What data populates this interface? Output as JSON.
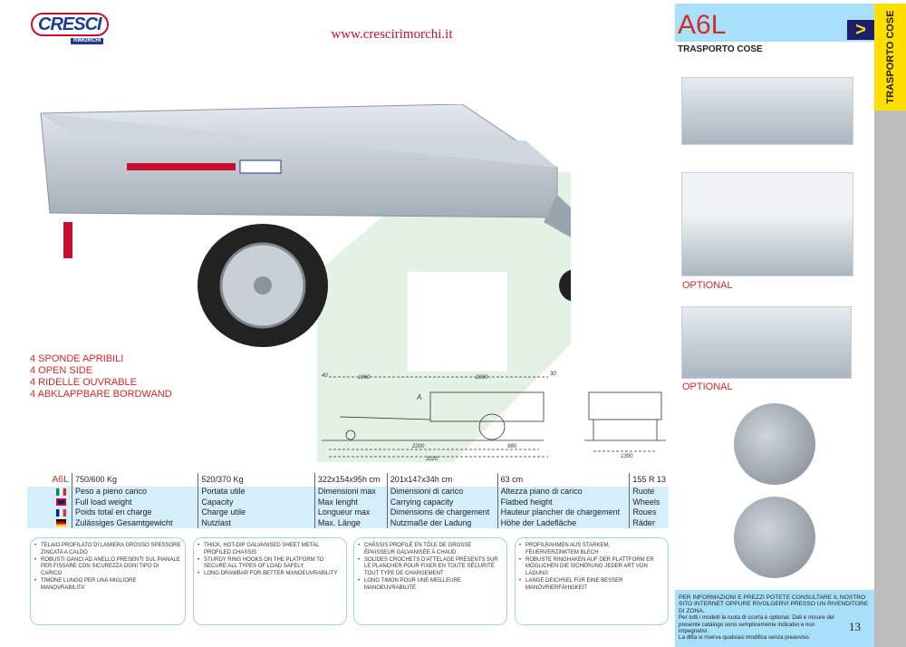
{
  "brand": {
    "logo_text": "CRESCI",
    "logo_sub": "RIMORCHI",
    "url": "www.crescirimorchi.it"
  },
  "features": [
    "4 SPONDE APRIBILI",
    "4 OPEN SIDE",
    "4 RIDELLE OUVRABLE",
    "4 ABKLAPPBARE BORDWAND"
  ],
  "drawing": {
    "dims": [
      "40",
      "1060",
      "2090",
      "30",
      "A",
      "2200",
      "980",
      "3220",
      "1300"
    ]
  },
  "specs": {
    "model": "A6L",
    "values": [
      "750/600 Kg",
      "520/370 Kg",
      "322x154x95h cm",
      "201x147x34h cm",
      "63 cm",
      "155 R 13"
    ],
    "rows": [
      {
        "lang": "it",
        "labels": [
          "Peso a pieno carico",
          "Portata utile",
          "Dimensioni max",
          "Dimensioni di carico",
          "Altezza piano di carico",
          "Ruote"
        ]
      },
      {
        "lang": "en",
        "labels": [
          "Full load weight",
          "Capacity",
          "Max lenght",
          "Carrying capacity",
          "Flatbed height",
          "Wheels"
        ]
      },
      {
        "lang": "fr",
        "labels": [
          "Poids total en charge",
          "Charge utile",
          "Longueur max",
          "Dimensions de chargement",
          "Hauteur plancher de chargement",
          "Roues"
        ]
      },
      {
        "lang": "de",
        "labels": [
          "Zulässiges Gesamtgewicht",
          "Nutzlast",
          "Max. Länge",
          "Nutzmaße der Ladung",
          "Höhe der Ladefläche",
          "Räder"
        ]
      }
    ]
  },
  "boxes": [
    [
      "TELAIO PROFILATO DI LAMIERA  GROSSO SPESSORE ZINCATA  A CALDO",
      "ROBUSTI GANCI AD ANELLO PRESENTI SUL PIANALE PER FISSARE CON SICUREZZA OGNI TIPO DI CARICO",
      "TIMONE LUNGO PER UNA MIGLIORE MANOVRABILITA'"
    ],
    [
      "THICK, HOT-DIP GALVANISED SHEET METAL PROFILED CHASSIS",
      "STURDY RING HOOKS ON THE PLATFORM TO SECURE ALL TYPES OF LOAD SAFELY",
      "LONG DRAWBAR FOR BETTER MANOEUVRABILITY"
    ],
    [
      "CHÂSSIS PROFILÉ EN TÔLE DE GROSSE ÉPAISSEUR GALVANISÉE À CHAUD",
      "SOLIDES CROCHETS D'ATTELAGE PRÉSENTS SUR LE PLANCHER POUR FIXER EN TOUTE SÉCURITÉ TOUT TYPE DE CHARGEMENT",
      "LONG TIMON POUR UNE MEILLEURE MANOEUVRABILITÉ"
    ],
    [
      "PROFILRAHMEN AUS STARKEM, FEUERVERZINKTEM BLECH",
      "ROBUSTE RINGHAKEN AUF DER PLATTFORM ER MÖGLICHEN DIE SICHERUNG JEDER ART VON LADUNG",
      "LANGE DEICHSEL FÜR EINE BESSER MANÖVRIERFÄHIGKEIT"
    ]
  ],
  "sidebar": {
    "model": "A6L",
    "arrow": ">",
    "subtitle": "TRASPORTO COSE",
    "tab": "TRASPORTO COSE",
    "optional_1": "OPTIONAL",
    "optional_2": "OPTIONAL"
  },
  "info": {
    "upper": "PER INFORMAZIONI E PREZZI POTETE CONSULTARE IL NOSTRO SITO INTERNET OPPURE RIVOLGERVI PRESSO UN RIVENDITORE DI ZONA.",
    "lower": "Per tutti i modelli la ruota di scorta è optional. Dati e misure del presente catalogo sono semplicemente indicativi e non impegnativi.",
    "notice": "La ditta si riserva qualsiasi modifica senza preavviso."
  },
  "page_number": "13",
  "colors": {
    "red": "#d42a2a",
    "blue_band": "#a9e0f9",
    "yellow": "#ffde00",
    "navy": "#1b1f6b"
  }
}
